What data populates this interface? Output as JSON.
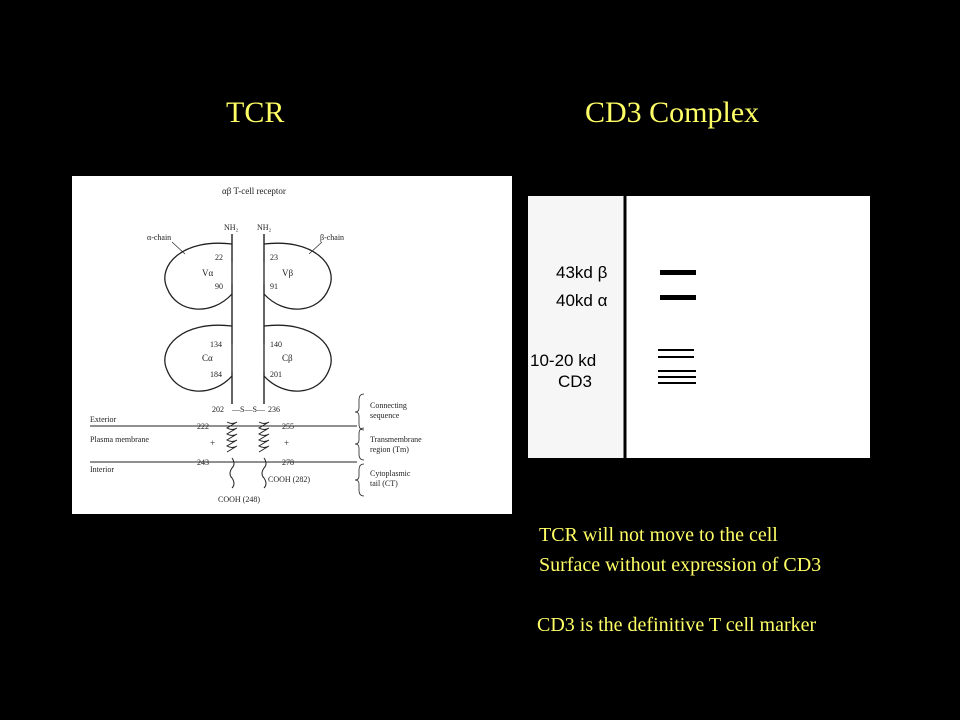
{
  "titles": {
    "left": "TCR",
    "right": "CD3 Complex"
  },
  "tcr_diagram": {
    "heading": "αβ T-cell receptor",
    "alpha_chain": "α-chain",
    "beta_chain": "β-chain",
    "nh2_left": "NH₂",
    "nh2_right": "NH₂",
    "v_alpha": "Vα",
    "v_beta": "Vβ",
    "c_alpha": "Cα",
    "c_beta": "Cβ",
    "res_22": "22",
    "res_90": "90",
    "res_23": "23",
    "res_91": "91",
    "res_134": "134",
    "res_184": "184",
    "res_140": "140",
    "res_201": "201",
    "res_202": "202",
    "res_236": "236",
    "ss_link": "—S—S—",
    "res_222": "222",
    "res_255": "255",
    "res_243": "243",
    "res_278": "278",
    "plus_left": "+",
    "plus_right": "+",
    "exterior": "Exterior",
    "plasma_membrane": "Plasma membrane",
    "interior": "Interior",
    "cooh_left": "COOH (248)",
    "cooh_right": "COOH (282)",
    "connecting_1": "Connecting",
    "connecting_2": "sequence",
    "transmembrane_1": "Transmembrane",
    "transmembrane_2": "region (Tm)",
    "cytoplasmic_1": "Cytoplasmic",
    "cytoplasmic_2": "tail (CT)"
  },
  "gel": {
    "label_43": "43kd β",
    "label_40": "40kd α",
    "label_1020": "10-20 kd",
    "label_cd3": "CD3"
  },
  "captions": {
    "line1": "TCR will not move to the cell",
    "line2": "Surface without expression of CD3",
    "line3": "CD3 is the definitive T cell marker"
  }
}
